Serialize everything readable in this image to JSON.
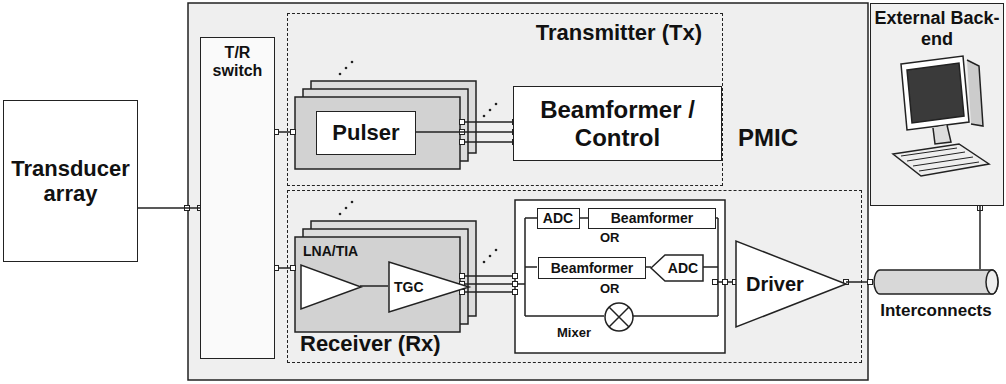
{
  "diagram": {
    "nodes": [
      {
        "text": [
          "Transducer array"
        ]
      },
      {
        "text": [
          "T/R switch"
        ]
      },
      {
        "text": [
          "Transmitter (Tx)"
        ]
      },
      {
        "text": [
          "Pulser"
        ],
        "in": 2
      },
      {
        "text": [
          "Beamformer / Control"
        ],
        "in": 2
      },
      {
        "text": [
          "Receiver (Rx)"
        ]
      },
      {
        "text": [
          "LNA/TIA"
        ],
        "in": 5
      },
      {
        "text": [
          "TGC"
        ],
        "in": 5
      },
      {
        "text": [
          "ADC"
        ],
        "in": 5
      },
      {
        "text": [
          "Beamformer"
        ],
        "in": 5
      },
      {
        "text": [
          "Beamformer"
        ],
        "in": 5
      },
      {
        "text": [
          "ADC"
        ],
        "in": 5
      },
      {
        "text": [
          "Mixer"
        ],
        "in": 5
      },
      {
        "text": [
          "Driver"
        ],
        "in": 5
      },
      {
        "text": [
          "Interconnects"
        ]
      },
      {
        "text": [
          "External Back-end"
        ]
      }
    ],
    "edges": [
      {
        "from": 0,
        "to": 1,
        "arrow": "none"
      },
      {
        "from": 3,
        "to": 4,
        "arrow": "none"
      },
      {
        "from": 8,
        "to": 9,
        "arrow": "none"
      },
      {
        "from": 10,
        "to": 11,
        "arrow": "none"
      },
      {
        "from": 13,
        "to": 14,
        "arrow": "none"
      },
      {
        "from": 14,
        "to": 15,
        "arrow": "none"
      }
    ],
    "labels": [
      "PMIC",
      "OR",
      "OR"
    ]
  }
}
